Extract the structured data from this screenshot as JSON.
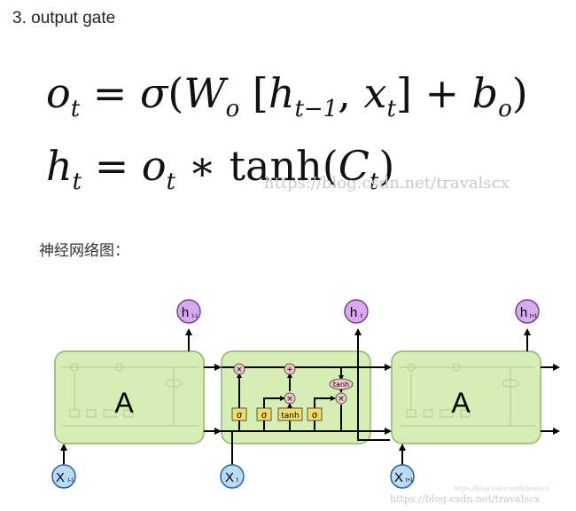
{
  "section": {
    "heading": "3.  output gate"
  },
  "equations": {
    "eq1": {
      "o": "o",
      "t": "t",
      "eq": "=",
      "sigma": "σ",
      "lp": "(",
      "W": "W",
      "o_sub": "o",
      "lb": "[",
      "h": "h",
      "tm1": "t−1",
      "comma": ",",
      "x": "x",
      "t2": "t",
      "rb": "]",
      "plus": "+",
      "b": "b",
      "bo_sub": "o",
      "rp": ")"
    },
    "eq2": {
      "h": "h",
      "t": "t",
      "eq": "=",
      "o": "o",
      "t2": "t",
      "star": "∗",
      "tanh": "tanh",
      "lp": "(",
      "C": "C",
      "t3": "t",
      "rp": ")"
    }
  },
  "watermark": {
    "main": "https://blog.csdn.net/travalscx",
    "bottom": "https://blog.csdn.net/travalscx",
    "bottom_small": "https://blog.csdn.net/travalscx"
  },
  "subheading": "神经网络图：",
  "diagram": {
    "block_label_left": "A",
    "block_label_right": "A",
    "top_left": {
      "main": "h",
      "sub": "t-1"
    },
    "top_mid": {
      "main": "h",
      "sub": "t"
    },
    "top_right": {
      "main": "h",
      "sub": "t+1"
    },
    "bot_left": {
      "main": "X",
      "sub": "t-1"
    },
    "bot_mid": {
      "main": "X",
      "sub": "t"
    },
    "bot_right": {
      "main": "X",
      "sub": "t+1"
    },
    "gates": [
      "σ",
      "σ",
      "tanh",
      "σ"
    ],
    "ops": {
      "mult1": "×",
      "add": "+",
      "mult2": "×",
      "mult3": "×",
      "tanh": "tanh"
    },
    "colors": {
      "block_fill": "#d4eeb4",
      "block_stroke": "#8fb56b",
      "node_fill": "#d9a9ef",
      "node_stroke": "#6a4a86",
      "io_fill": "#b9dcf6",
      "io_stroke": "#2a5f9a",
      "gate_fill": "#f3dc67",
      "op_fill": "#f3c6cd"
    }
  }
}
